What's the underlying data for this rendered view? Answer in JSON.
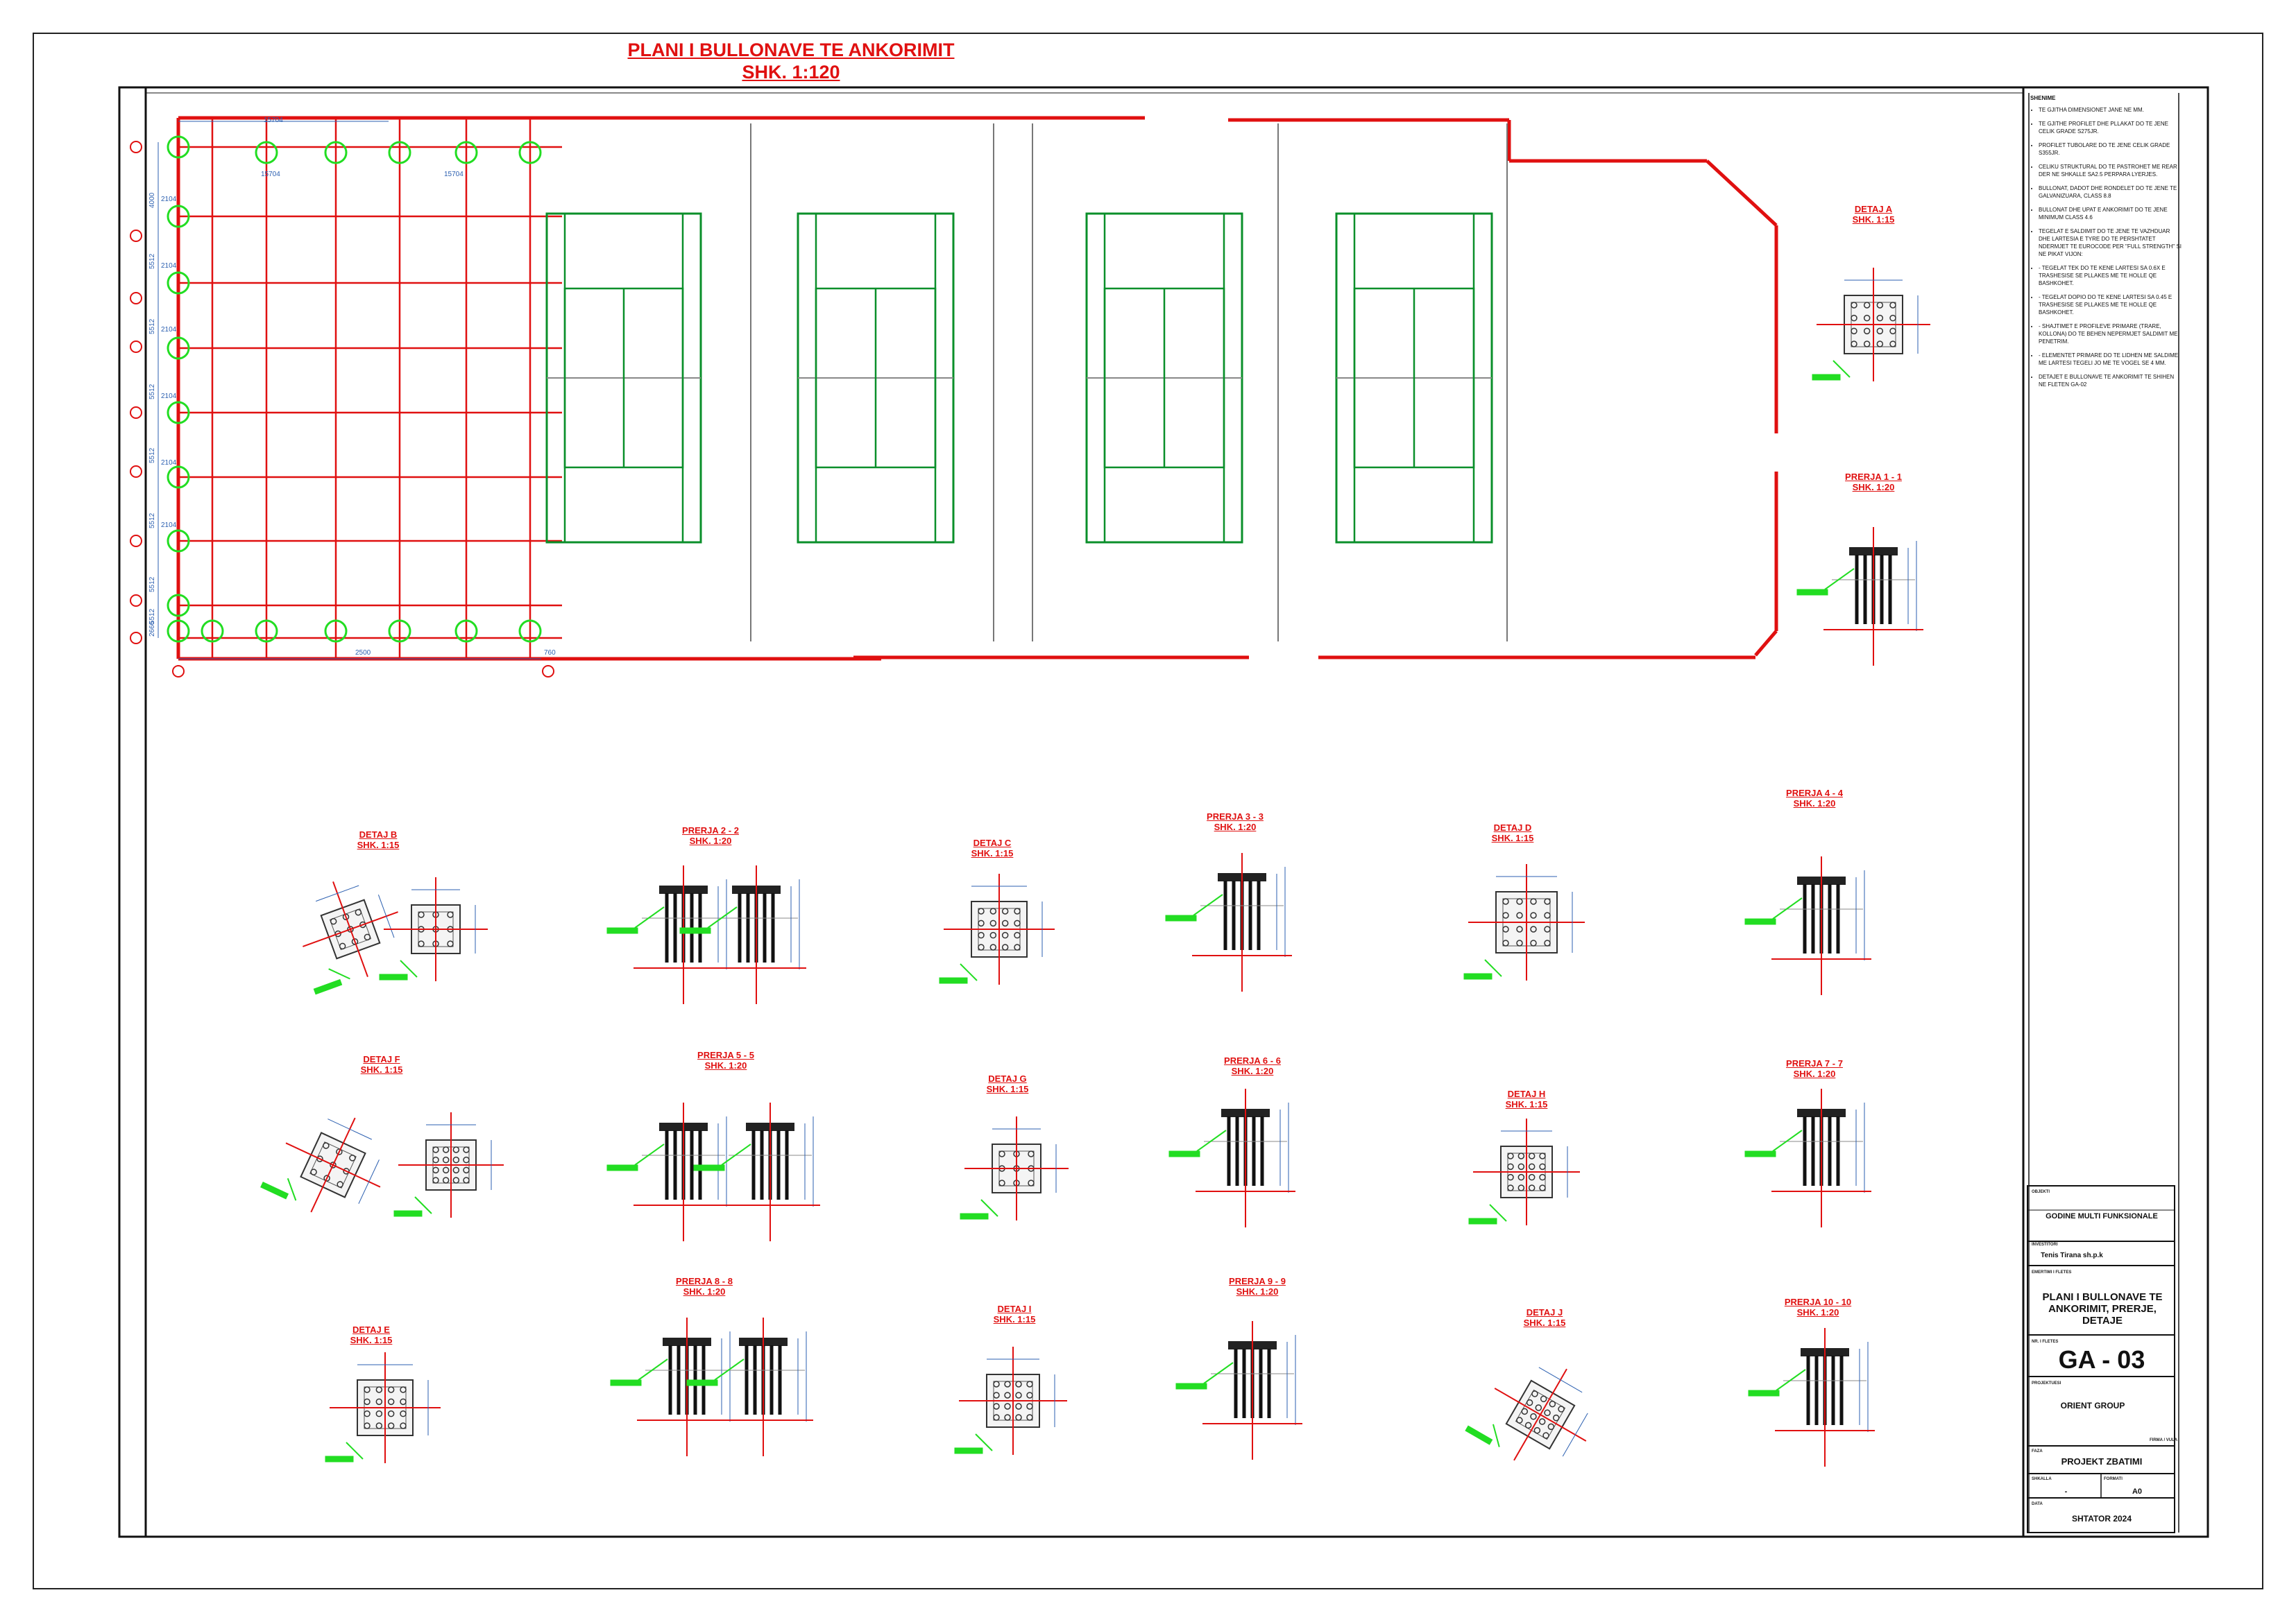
{
  "sheet": {
    "title_line1": "PLANI I BULLONAVE TE ANKORIMIT",
    "title_line2": "SHK. 1:120"
  },
  "plan_dims": {
    "top_a": "15704",
    "top_b": "15704",
    "top_c": "15704",
    "left_top": "4000",
    "left_rows": [
      "5512",
      "5512",
      "5512",
      "5512",
      "5512",
      "5512",
      "5512"
    ],
    "left_bottom": "2666",
    "inner": [
      "2104",
      "2104",
      "2104",
      "2104",
      "2104",
      "2104"
    ],
    "bottom": "2500",
    "bottom_right": "760"
  },
  "details": [
    {
      "title": "DETAJ A",
      "scale": "SHK. 1:15"
    },
    {
      "title": "PRERJA 1 - 1",
      "scale": "SHK. 1:20"
    },
    {
      "title": "DETAJ B",
      "scale": "SHK. 1:15"
    },
    {
      "title": "PRERJA 2 - 2",
      "scale": "SHK. 1:20"
    },
    {
      "title": "DETAJ C",
      "scale": "SHK. 1:15"
    },
    {
      "title": "PRERJA 3 - 3",
      "scale": "SHK. 1:20"
    },
    {
      "title": "DETAJ D",
      "scale": "SHK. 1:15"
    },
    {
      "title": "PRERJA 4 - 4",
      "scale": "SHK. 1:20"
    },
    {
      "title": "DETAJ F",
      "scale": "SHK. 1:15"
    },
    {
      "title": "PRERJA 5 - 5",
      "scale": "SHK. 1:20"
    },
    {
      "title": "DETAJ G",
      "scale": "SHK. 1:15"
    },
    {
      "title": "PRERJA 6 - 6",
      "scale": "SHK. 1:20"
    },
    {
      "title": "DETAJ H",
      "scale": "SHK. 1:15"
    },
    {
      "title": "PRERJA 7 - 7",
      "scale": "SHK. 1:20"
    },
    {
      "title": "DETAJ E",
      "scale": "SHK. 1:15"
    },
    {
      "title": "PRERJA 8 - 8",
      "scale": "SHK. 1:20"
    },
    {
      "title": "DETAJ I",
      "scale": "SHK. 1:15"
    },
    {
      "title": "PRERJA 9 - 9",
      "scale": "SHK. 1:20"
    },
    {
      "title": "DETAJ J",
      "scale": "SHK. 1:15"
    },
    {
      "title": "PRERJA 10 - 10",
      "scale": "SHK. 1:20"
    }
  ],
  "notes": {
    "header": "SHENIME",
    "items": [
      "TE GJITHA DIMENSIONET JANE NE MM.",
      "TE GJITHE PROFILET DHE PLLAKAT DO TE JENE CELIK GRADE S275JR.",
      "PROFILET TUBOLARE DO TE JENE CELIK GRADE S355JR.",
      "CELIKU STRUKTURAL DO TE PASTROHET ME REAR DER NE SHKALLE SA2.5 PERPARA LYERJES.",
      "BULLONAT, DADOT DHE RONDELET DO TE JENE TE GALVANIZUARA, CLASS 8.8",
      "BULLONAT DHE UPAT E ANKORIMIT DO TE JENE MINIMUM CLASS 4.6",
      "TEGELAT E SALDIMIT DO TE JENE TE VAZHDUAR DHE LARTESIA E TYRE DO TE PERSHTATET NDERMJET TE EUROCODE PER \"FULL STRENGTH\" SI NE PIKAT VIJON:",
      "- TEGELAT TEK DO TE KENE LARTESI SA 0.6X E TRASHESISE SE PLLAKES ME TE HOLLE QE BASHKOHET.",
      "- TEGELAT DOPIO DO TE KENE LARTESI SA 0.45 E TRASHESISE SE PLLAKES ME TE HOLLE QE BASHKOHET.",
      "- SHAJTIMET E PROFILEVE PRIMARE (TRARE, KOLLONA) DO TE BEHEN NEPERMJET SALDIMIT ME PENETRIM.",
      "- ELEMENTET PRIMARE DO TE LIDHEN ME SALDIME ME LARTESI TEGELI JO ME TE VOGEL SE 4 MM.",
      "DETAJET E BULLONAVE TE ANKORIMIT TE SHIHEN NE FLETEN GA-02"
    ]
  },
  "title_block": {
    "project_label": "OBJEKTI",
    "project": "GODINE MULTI FUNKSIONALE",
    "investor_label": "INVESTITORI",
    "investor": "Tenis Tirana sh.p.k",
    "drawing_label": "EMERTIMI I FLETES",
    "drawing_title": "PLANI I BULLONAVE TE ANKORIMIT, PRERJE, DETAJE",
    "sheet_label": "NR. I FLETES",
    "sheet_no": "GA - 03",
    "designer_label": "PROJEKTUESI",
    "designer": "ORIENT GROUP",
    "signature_label": "FIRMA / VULA",
    "phase_label": "FAZA",
    "phase": "PROJEKT ZBATIMI",
    "scale_label": "SHKALLA",
    "scale": "-",
    "format_label": "FORMATI",
    "format": "A0",
    "date_label": "DATA",
    "date": "SHTATOR 2024"
  }
}
